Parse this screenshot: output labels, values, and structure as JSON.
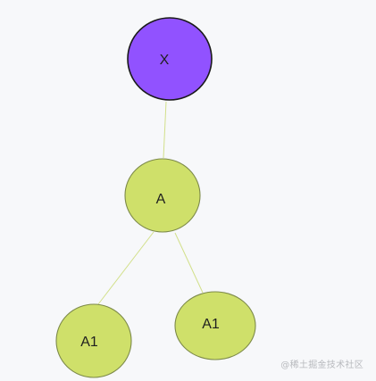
{
  "diagram": {
    "type": "tree",
    "nodes": [
      {
        "id": "x",
        "label": "X",
        "fill": "#9152ff",
        "stroke": "#1a1a1a"
      },
      {
        "id": "a",
        "label": "A",
        "fill": "#cfe06a",
        "stroke": "#7d8a4a"
      },
      {
        "id": "a1-left",
        "label": "A1",
        "fill": "#cfe06a",
        "stroke": "#7d8a4a"
      },
      {
        "id": "a1-right",
        "label": "A1",
        "fill": "#cfe06a",
        "stroke": "#7d8a4a"
      }
    ],
    "edges": [
      {
        "from": "x",
        "to": "a"
      },
      {
        "from": "a",
        "to": "a1-left"
      },
      {
        "from": "a",
        "to": "a1-right"
      }
    ],
    "edge_color": "#d2e08a"
  },
  "watermark": "@稀土掘金技术社区"
}
